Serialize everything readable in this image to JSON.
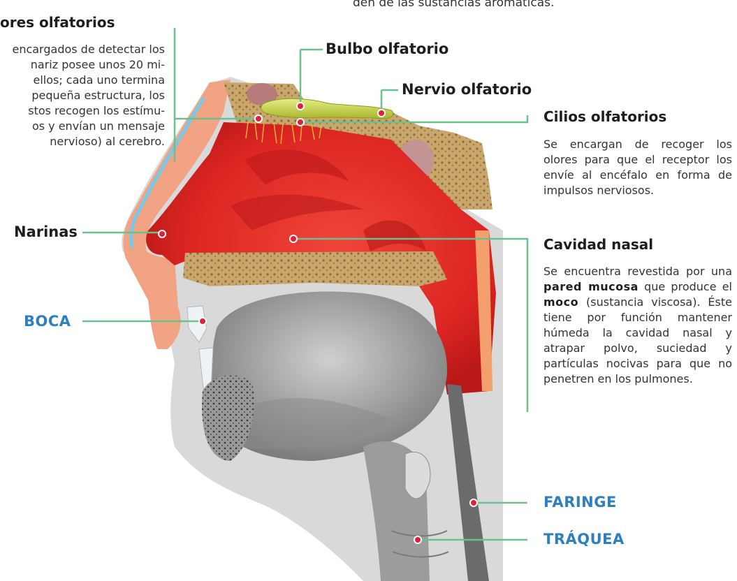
{
  "top_text": "den de las sustancias aromáticas.",
  "receptors": {
    "title": "ores olfatorios",
    "lines": [
      "encargados de detectar los",
      "nariz posee unos 20 mi-",
      "ellos; cada uno termina",
      "pequeña estructura, los",
      "stos recogen los estímu-",
      "os y envían un mensaje",
      "nervioso) al cerebro."
    ]
  },
  "labels": {
    "bulbo": "Bulbo olfatorio",
    "nervio": "Nervio olfatorio",
    "narinas": "Narinas",
    "boca": "BOCA",
    "faringe": "FARINGE",
    "traquea": "TRÁQUEA"
  },
  "cilios": {
    "title": "Cilios olfatorios",
    "text": "Se encargan de recoger los olores para que el receptor los envíe al encéfalo en forma de impulsos nerviosos."
  },
  "cavidad": {
    "title": "Cavidad nasal",
    "text_1": "Se encuentra revestida por una",
    "bold_1": "pared mucosa",
    "text_2": "que produce el",
    "bold_2": "moco",
    "text_3": "(sustancia viscosa). Éste tiene por función mantener húmeda la cavidad nasal y atrapar polvo, suciedad y partículas nocivas para que no penetren en los pulmones."
  },
  "colors": {
    "leader": "#6cc08f",
    "dot": "#e0203a",
    "blue_label": "#2d7fbd",
    "cavity": "#e8302c",
    "skin": "#f2a383",
    "bone": "#c8a46a",
    "bulb": "#c9d84a",
    "tongue": "#9a9a9a"
  }
}
